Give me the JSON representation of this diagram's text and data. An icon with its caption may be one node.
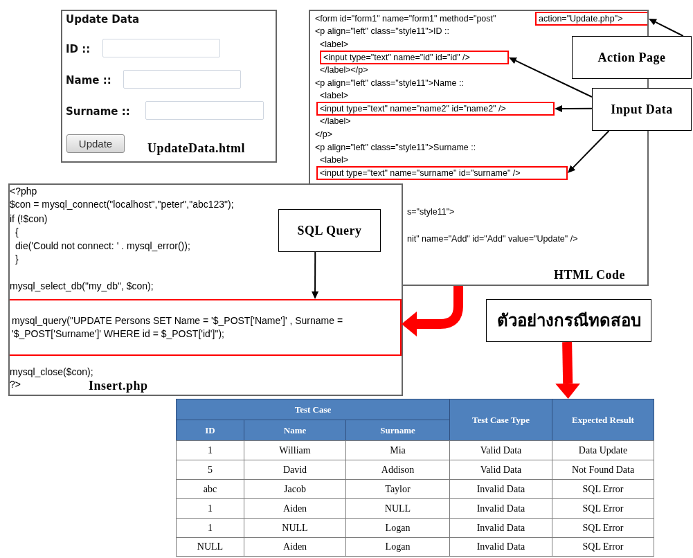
{
  "diagram": {
    "nodes": [
      {
        "text": [
          "Update Data",
          "ID ::",
          "Name ::",
          "Surname ::",
          "Update",
          "UpdateData.html"
        ]
      },
      {
        "text": [
          "<form id=\"form1\" name=\"form1\" method=\"post\"",
          "<p align=\"left\" class=\"style11\">ID ::",
          "<label>",
          "</label></p>",
          "<p align=\"left\" class=\"style11\">Name ::",
          "<label>",
          "</label>",
          "</p>",
          "<p align=\"left\" class=\"style11\">Surname ::",
          "<label>",
          "s=\"style11\">",
          "nit\" name=\"Add\" id=\"Add\" value=\"Update\" />",
          "HTML Code"
        ]
      },
      {
        "text": [
          "action=\"Update.php\">"
        ],
        "in": 1
      },
      {
        "text": [
          "<input type=\"text\" name=\"id\" id=\"id\" />"
        ],
        "in": 1
      },
      {
        "text": [
          "<input type=\"text\" name=\"name2\" id=\"name2\" />"
        ],
        "in": 1
      },
      {
        "text": [
          "<input type=\"text\" name=\"surname\" id=\"surname\" />"
        ],
        "in": 1
      },
      {
        "text": [
          "Action Page"
        ]
      },
      {
        "text": [
          "Input Data"
        ]
      },
      {
        "text": [
          "<?php",
          "$con = mysql_connect(\"localhost\",\"peter\",\"abc123\");",
          "if (!$con)",
          "{",
          "die('Could not connect: ' . mysql_error());",
          "}",
          "mysql_select_db(\"my_db\", $con);",
          "mysql_close($con);",
          "?>",
          "Insert.php"
        ]
      },
      {
        "text": [
          "SQL Query"
        ],
        "in": 8
      },
      {
        "text": [
          "mysql_query(\"UPDATE Persons SET Name = '$_POST['Name']' , Surname = '$_POST['Surname']' WHERE id = $_POST['id']\");"
        ],
        "in": 8
      },
      {
        "text": [
          "ตัวอย่างกรณีทดสอบ"
        ]
      },
      {
        "text": [
          "Test Case",
          "Test Case Type",
          "Expected Result",
          "ID",
          "Name",
          "Surname",
          "1",
          "William",
          "Mia",
          "Valid Data",
          "Data Update",
          "5",
          "David",
          "Addison",
          "Valid Data",
          "Not Found Data",
          "abc",
          "Jacob",
          "Taylor",
          "Invalid Data",
          "SQL Error",
          "1",
          "Aiden",
          "NULL",
          "Invalid Data",
          "SQL Error",
          "1",
          "NULL",
          "Logan",
          "Invalid Data",
          "SQL Error",
          "NULL",
          "Aiden",
          "Logan",
          "Invalid Data",
          "SQL Error"
        ]
      }
    ],
    "edges": [
      {
        "from": 6,
        "to": 2,
        "arrow": "to"
      },
      {
        "from": 7,
        "to": 3,
        "arrow": "to"
      },
      {
        "from": 7,
        "to": 4,
        "arrow": "to"
      },
      {
        "from": 7,
        "to": 5,
        "arrow": "to"
      },
      {
        "from": 9,
        "to": 10,
        "arrow": "to"
      },
      {
        "from": 1,
        "to": 10,
        "arrow": "to",
        "style": "thick",
        "color": "#ff0000"
      },
      {
        "from": 11,
        "to": 12,
        "arrow": "to",
        "style": "thick",
        "color": "#ff0000"
      }
    ]
  }
}
